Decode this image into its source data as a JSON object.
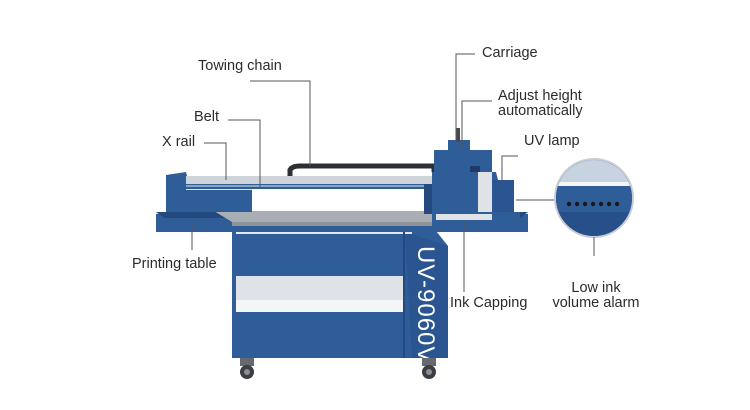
{
  "machine": {
    "model_text": "UV-9060V",
    "colors": {
      "blue": "#2f5d98",
      "blue_dark": "#1f4276",
      "gray_panel": "#dfe3e8",
      "white_panel": "#f4f5f7",
      "table_top": "#a9aeb4",
      "leader_line": "#555555"
    }
  },
  "callouts": [
    {
      "id": "towing-chain",
      "label": "Towing chain"
    },
    {
      "id": "carriage",
      "label": "Carriage"
    },
    {
      "id": "adjust-height",
      "label_line1": "Adjust height",
      "label_line2": "automatically"
    },
    {
      "id": "belt",
      "label": "Belt"
    },
    {
      "id": "uv-lamp",
      "label": "UV lamp"
    },
    {
      "id": "x-rail",
      "label": "X rail"
    },
    {
      "id": "printing-table",
      "label": "Printing table"
    },
    {
      "id": "ink-capping",
      "label": "Ink Capping"
    },
    {
      "id": "low-ink",
      "label_line1": "Low ink",
      "label_line2": "volume alarm"
    }
  ]
}
